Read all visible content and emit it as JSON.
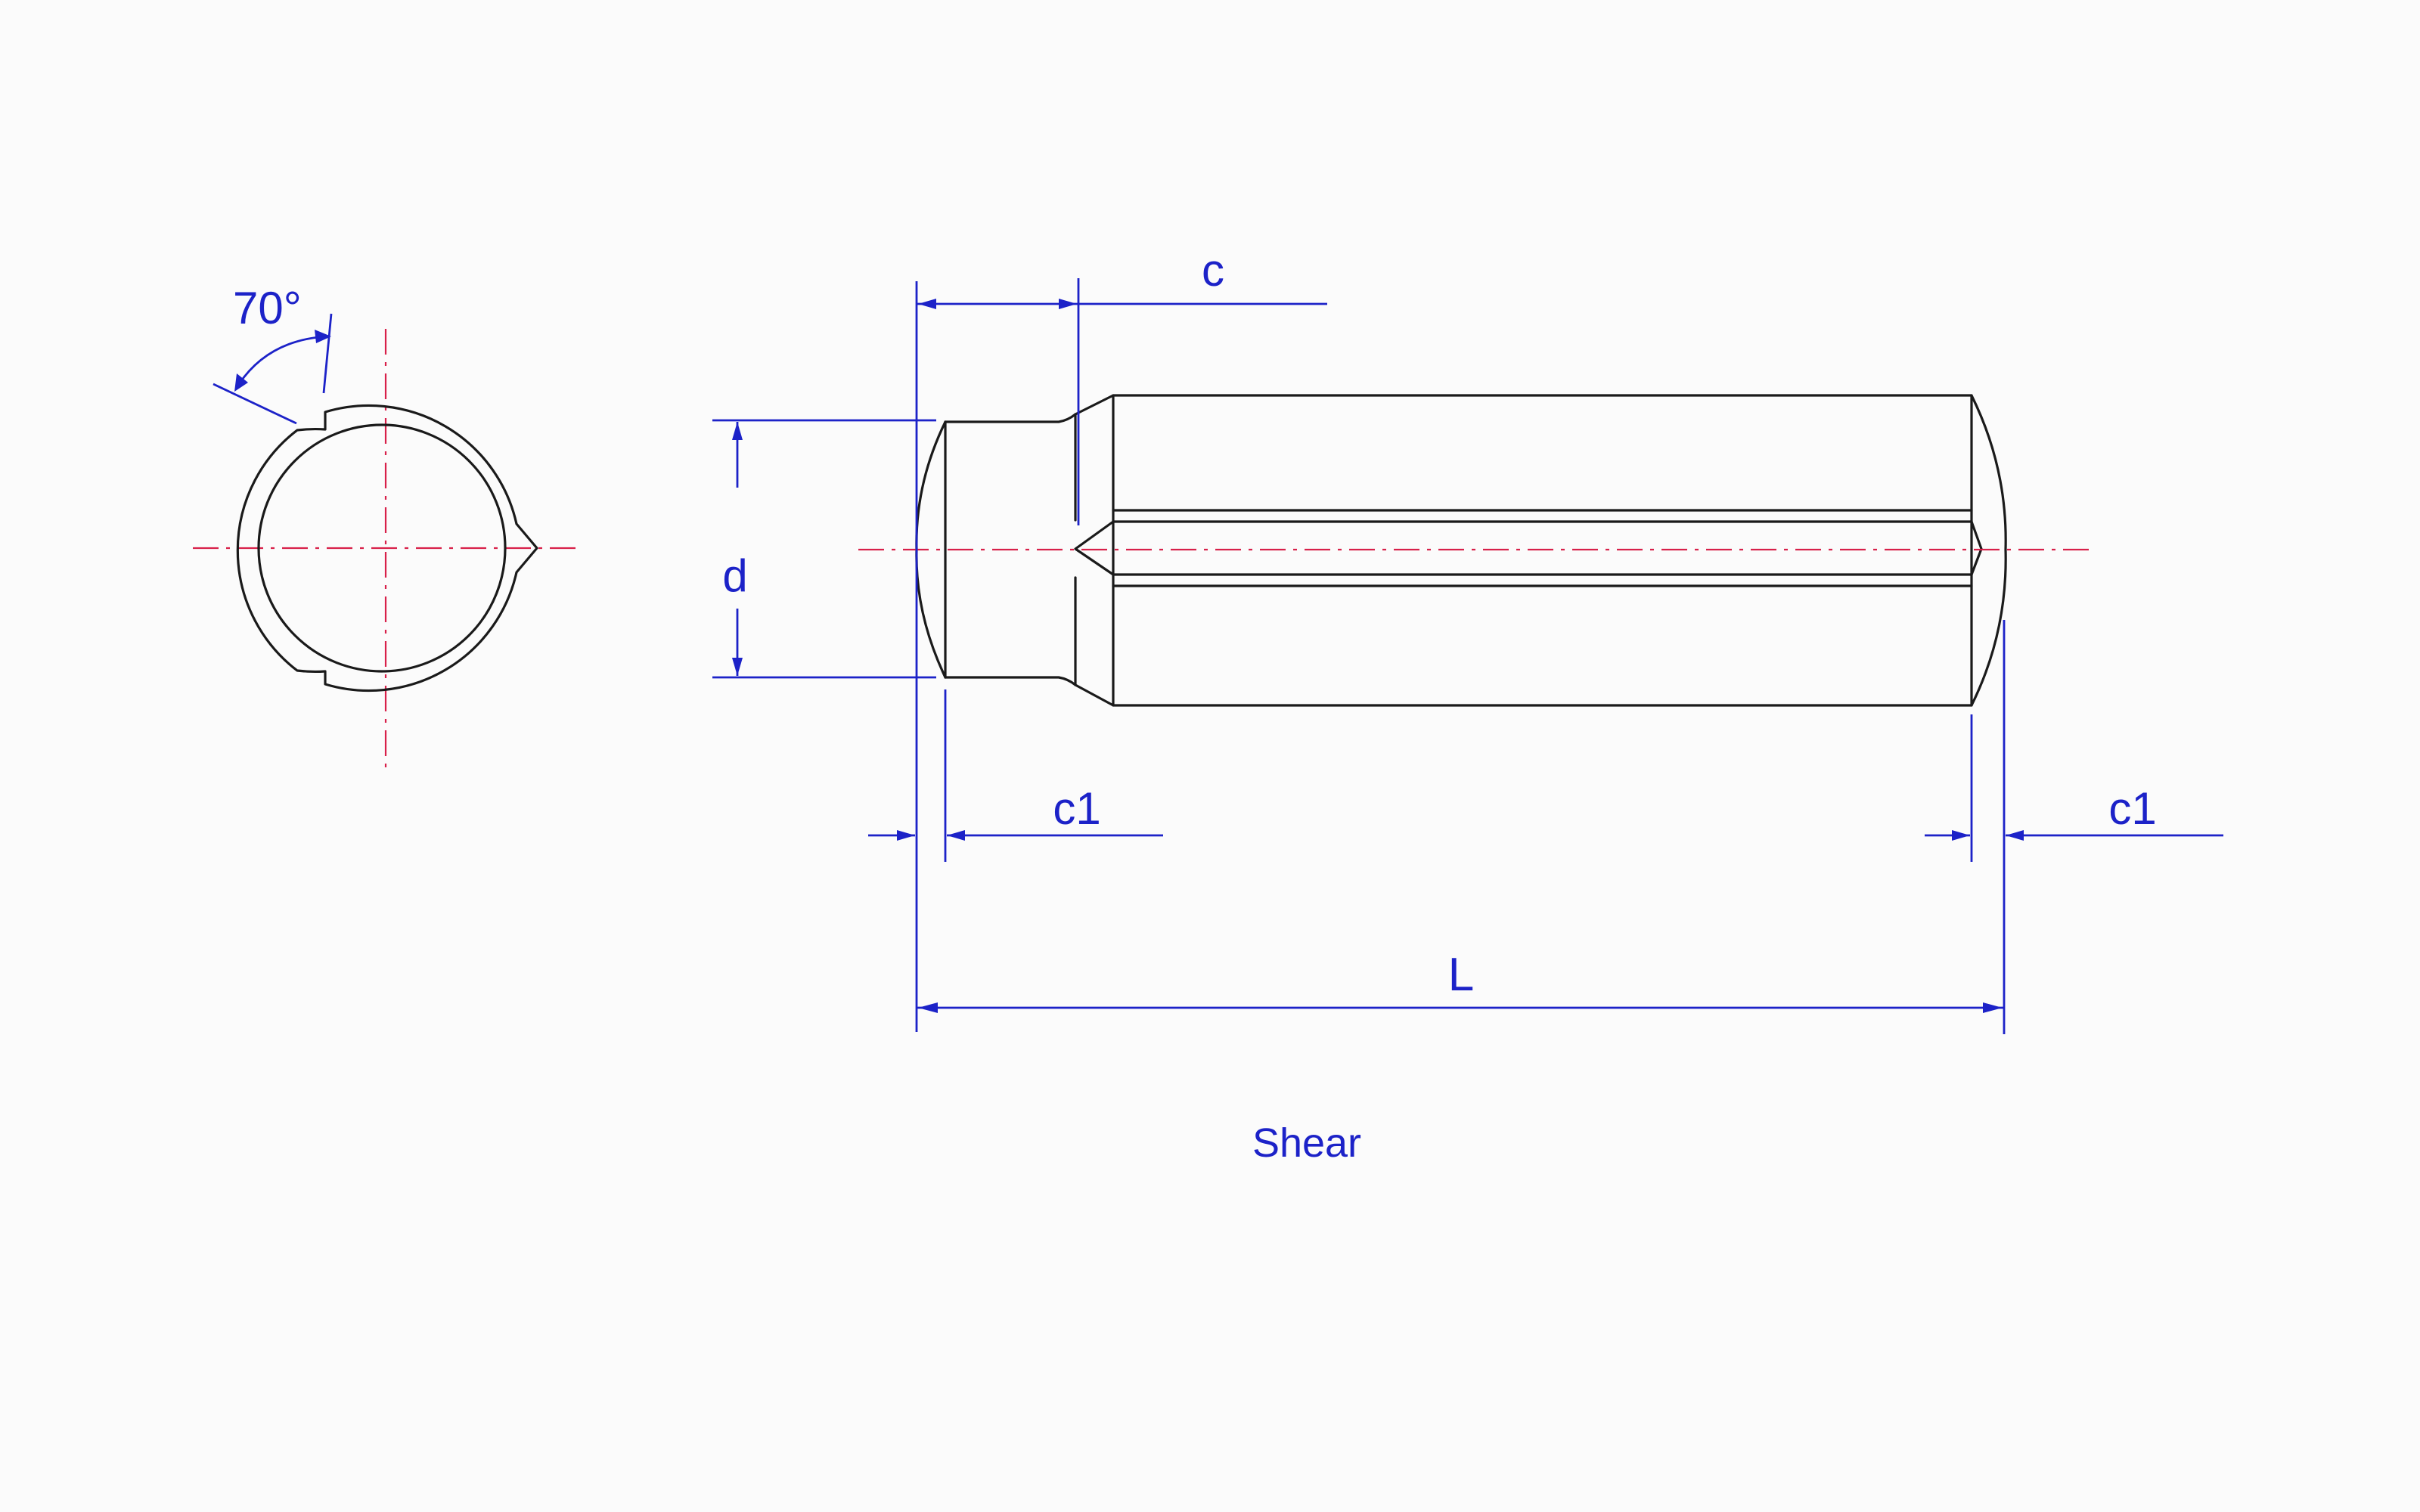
{
  "labels": {
    "angle": "70°",
    "c": "c",
    "d": "d",
    "c1_left": "c1",
    "c1_right": "c1",
    "length": "L",
    "caption": "Shear"
  },
  "colors": {
    "outline": "#1a1a1a",
    "dimension": "#1c22c8",
    "centerline": "#d8204a",
    "background": "#fbfbfb"
  }
}
